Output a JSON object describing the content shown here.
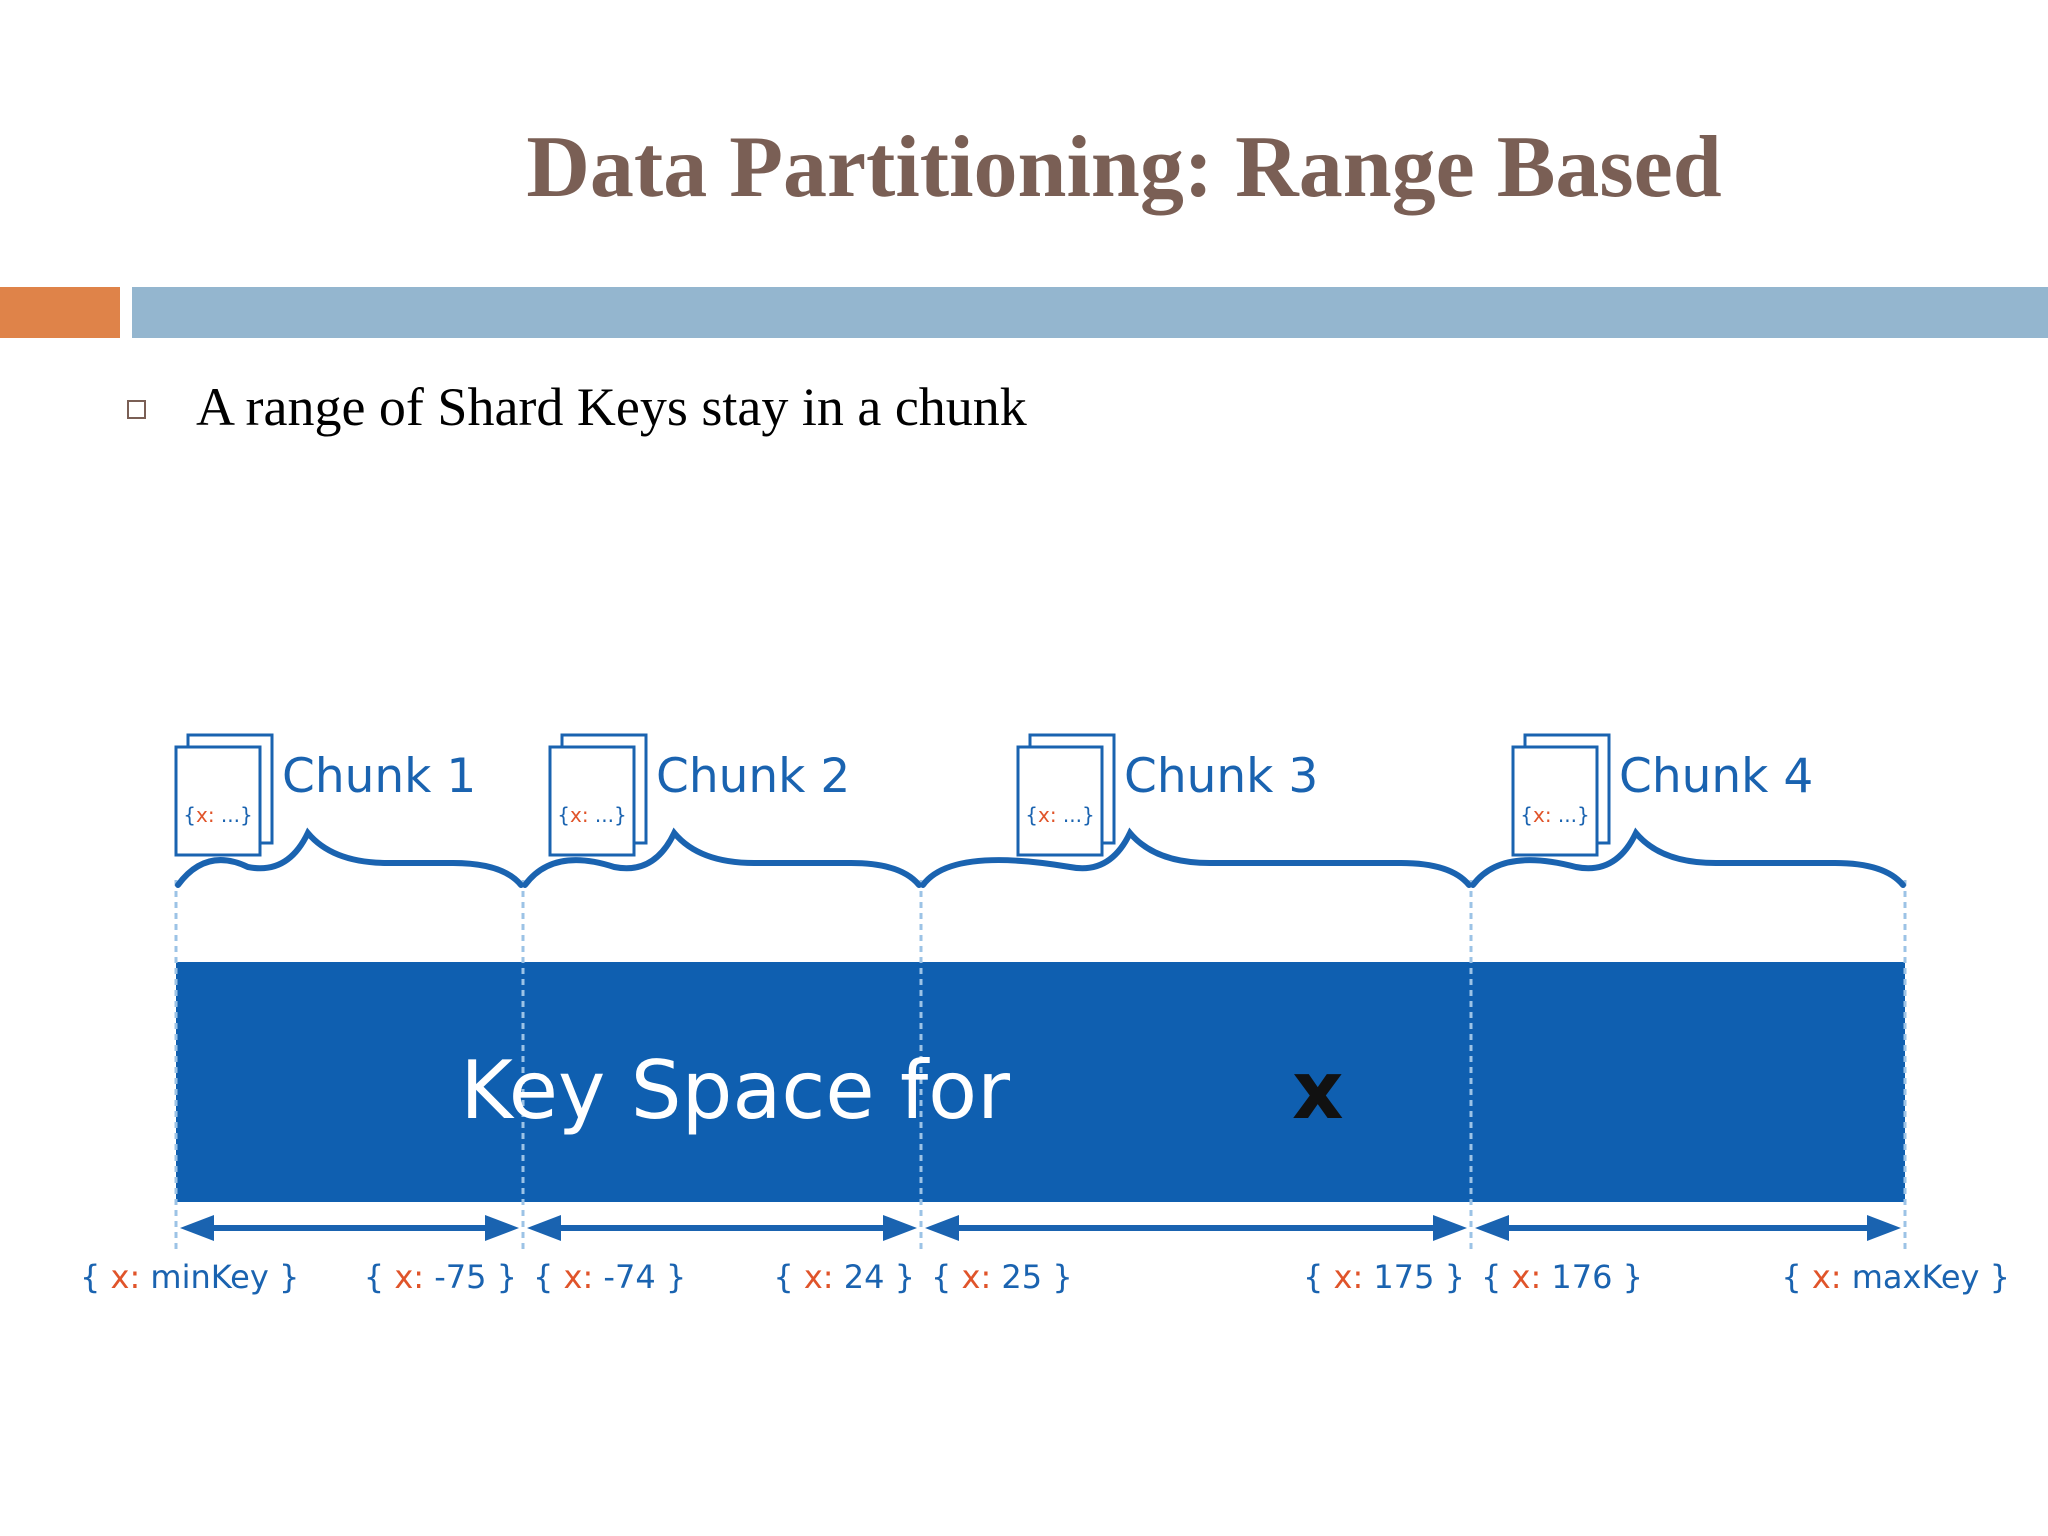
{
  "slide": {
    "title": "Data Partitioning: Range Based",
    "bullet": "A range of Shard Keys stay in a chunk"
  },
  "diagram": {
    "center_label": "Key Space for",
    "center_variable": "x",
    "doc_icon_text": "{x: ...}",
    "chunks": [
      {
        "label": "Chunk 1",
        "start_key": "minKey",
        "end_key": "-75"
      },
      {
        "label": "Chunk 2",
        "start_key": "-74",
        "end_key": "24"
      },
      {
        "label": "Chunk 3",
        "start_key": "25",
        "end_key": "175"
      },
      {
        "label": "Chunk 4",
        "start_key": "176",
        "end_key": "maxKey"
      }
    ],
    "key_prefix": "x:",
    "colors": {
      "band": "#0f5fb0",
      "line": "#1a63b0",
      "key_field": "#e0542a",
      "title": "#7a5f55",
      "accent_orange": "#df8349",
      "accent_blue": "#94b6cf"
    }
  }
}
